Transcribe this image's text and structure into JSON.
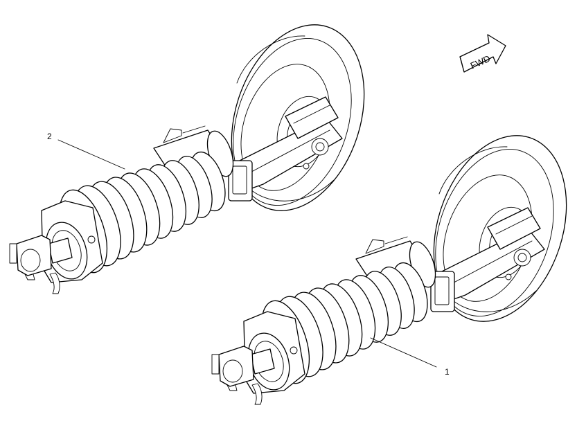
{
  "orientation_label": "FWD",
  "callouts": [
    {
      "number": "1"
    },
    {
      "number": "2"
    }
  ],
  "colors": {
    "line": "#000000",
    "background": "#ffffff"
  }
}
